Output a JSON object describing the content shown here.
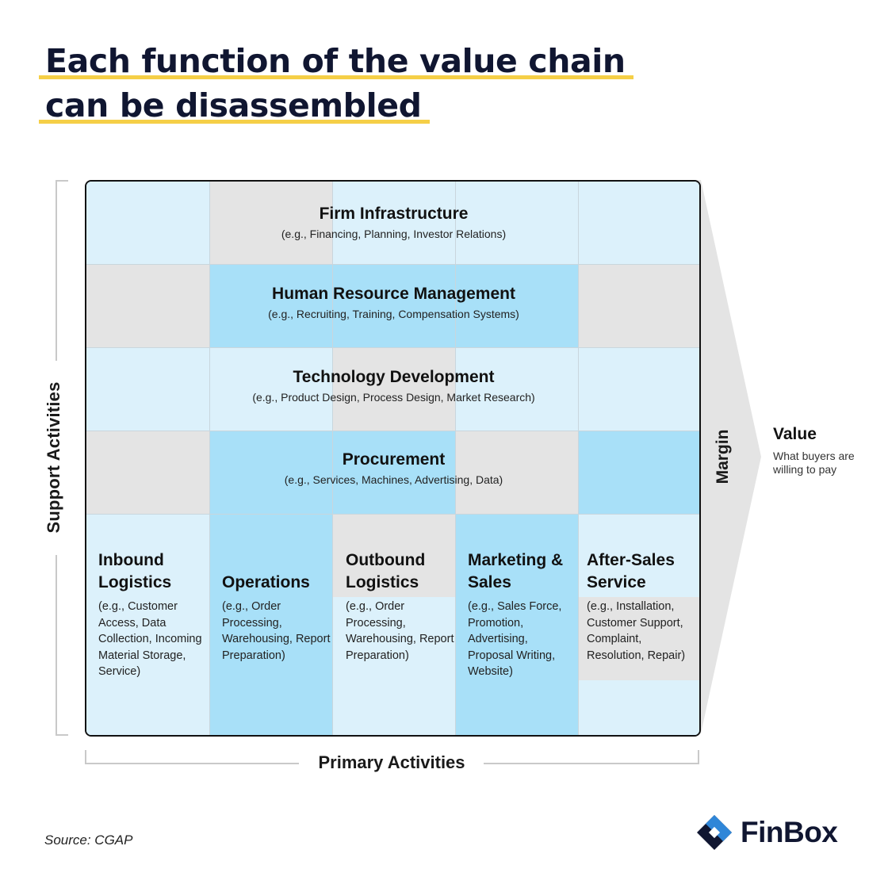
{
  "title": {
    "line1": "Each function of the value chain",
    "line2": "can be disassembled"
  },
  "axes": {
    "support": "Support Activities",
    "primary": "Primary Activities"
  },
  "support_activities": [
    {
      "title": "Firm Infrastructure",
      "examples": "(e.g., Financing, Planning, Investor Relations)"
    },
    {
      "title": "Human Resource Management",
      "examples": "(e.g., Recruiting, Training, Compensation Systems)"
    },
    {
      "title": "Technology Development",
      "examples": "(e.g., Product Design, Process Design, Market Research)"
    },
    {
      "title": "Procurement",
      "examples": "(e.g., Services, Machines, Advertising, Data)"
    }
  ],
  "primary_activities": [
    {
      "title": "Inbound Logistics",
      "examples": "(e.g., Customer Access, Data Collection, Incoming Material Storage, Service)"
    },
    {
      "title": "Operations",
      "examples": "(e.g., Order Processing, Warehousing, Report Preparation)"
    },
    {
      "title": "Outbound Logistics",
      "examples": "(e.g., Order Processing, Warehousing, Report Preparation)"
    },
    {
      "title": "Marketing & Sales",
      "examples": "(e.g., Sales Force, Promotion, Advertising, Proposal Writing, Website)"
    },
    {
      "title": "After-Sales Service",
      "examples": "(e.g., Installation, Customer Support, Complaint, Resolution, Repair)"
    }
  ],
  "margin_label": "Margin",
  "value": {
    "title": "Value",
    "description": "What buyers are willing to pay"
  },
  "source": "Source: CGAP",
  "brand": {
    "name": "FinBox",
    "logo_icon": "finbox-logo-icon"
  },
  "colors": {
    "light": "#dcf1fb",
    "grey": "#e4e4e4",
    "blue": "#a8e0f8",
    "underline": "#f5cf47",
    "logo_blue": "#2f86d8",
    "logo_navy": "#101631"
  }
}
